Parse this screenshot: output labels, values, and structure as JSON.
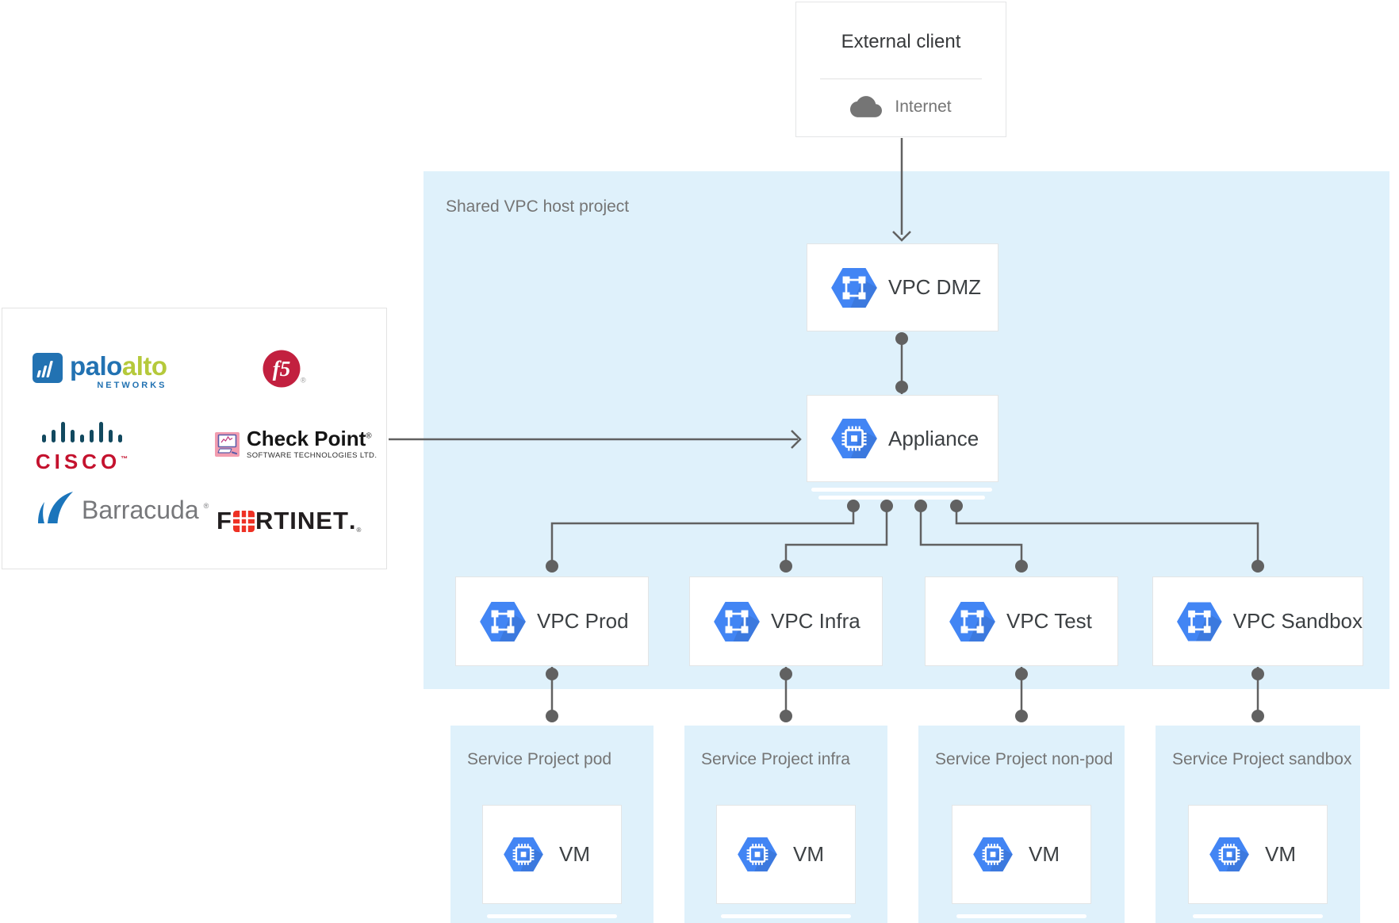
{
  "external_client": {
    "title": "External client",
    "network_label": "Internet"
  },
  "host_project": {
    "label": "Shared VPC host project"
  },
  "nodes": {
    "dmz": {
      "label": "VPC DMZ"
    },
    "appliance": {
      "label": "Appliance"
    }
  },
  "vpc_networks": [
    {
      "label": "VPC Prod"
    },
    {
      "label": "VPC Infra"
    },
    {
      "label": "VPC Test"
    },
    {
      "label": "VPC Sandbox"
    }
  ],
  "service_projects": [
    {
      "label": "Service Project pod",
      "vm_label": "VM"
    },
    {
      "label": "Service Project infra",
      "vm_label": "VM"
    },
    {
      "label": "Service Project non-pod",
      "vm_label": "VM"
    },
    {
      "label": "Service Project sandbox",
      "vm_label": "VM"
    }
  ],
  "vendors": {
    "palo_alto": {
      "name": "Palo Alto Networks",
      "word_part1": "palo",
      "word_part2": "alto",
      "subtext": "NETWORKS"
    },
    "f5": {
      "name": "F5 Networks",
      "monogram": "f5",
      "mark": "®"
    },
    "cisco": {
      "name": "Cisco",
      "wordmark": "CISCO",
      "mark": "™"
    },
    "check_point": {
      "name": "Check Point",
      "wordmark": "Check Point",
      "mark": "®",
      "subtext": "SOFTWARE TECHNOLOGIES LTD."
    },
    "barracuda": {
      "name": "Barracuda",
      "wordmark": "Barracuda",
      "mark": "®"
    },
    "fortinet": {
      "name": "Fortinet",
      "word_part1": "F",
      "word_part2": "RTINET",
      "word_suffix": ".",
      "mark": "®"
    }
  },
  "icons": {
    "internet": "cloud-icon",
    "vpc_network": "vpc-network-hexagon-icon",
    "compute": "compute-engine-hexagon-icon"
  },
  "colors": {
    "hexagon_blue": "#4285F4",
    "host_region_bg": "#DFF1FB",
    "connector_gray": "#616161",
    "muted_text": "#757575",
    "node_text": "#3C4043",
    "cisco_red": "#C4122E",
    "fortinet_red": "#EE3124",
    "barracuda_blue": "#1B75BB",
    "palo_alto_blue": "#2272B2",
    "palo_alto_green": "#B5C93B",
    "f5_red": "#C2203F"
  }
}
